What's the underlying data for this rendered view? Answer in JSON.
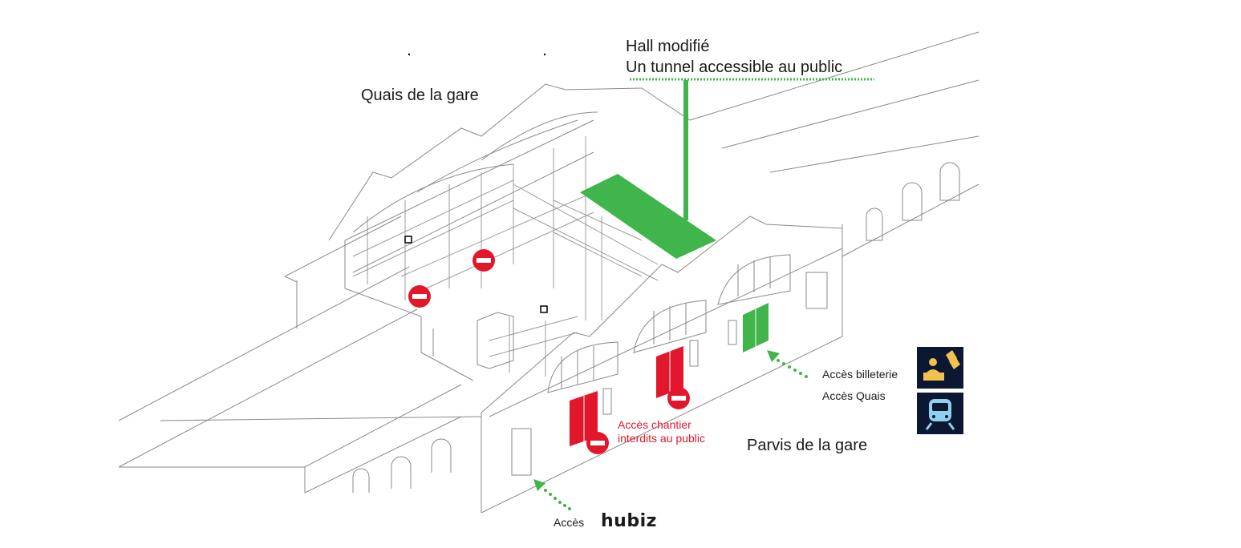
{
  "labels": {
    "hall_title": "Hall modifié",
    "hall_subtitle": "Un tunnel accessible au public",
    "quais": "Quais de la gare",
    "parvis": "Parvis de la gare",
    "chantier_line1": "Accès chantier",
    "chantier_line2": "interdits au public",
    "billeterie": "Accès billeterie",
    "quais_access": "Accès Quais",
    "acces": "Accès",
    "hubiz_logo": "hubiz"
  },
  "colors": {
    "green": "#3fb54c",
    "red": "#e3172b",
    "icon_bg": "#0c1733",
    "icon_fg": "#f2c14e",
    "train_fg": "#8fd0ef",
    "line": "#8a8a8a"
  },
  "icons": [
    "no-entry-icon",
    "ticket-office-icon",
    "train-icon",
    "arrow-dotted-icon"
  ]
}
